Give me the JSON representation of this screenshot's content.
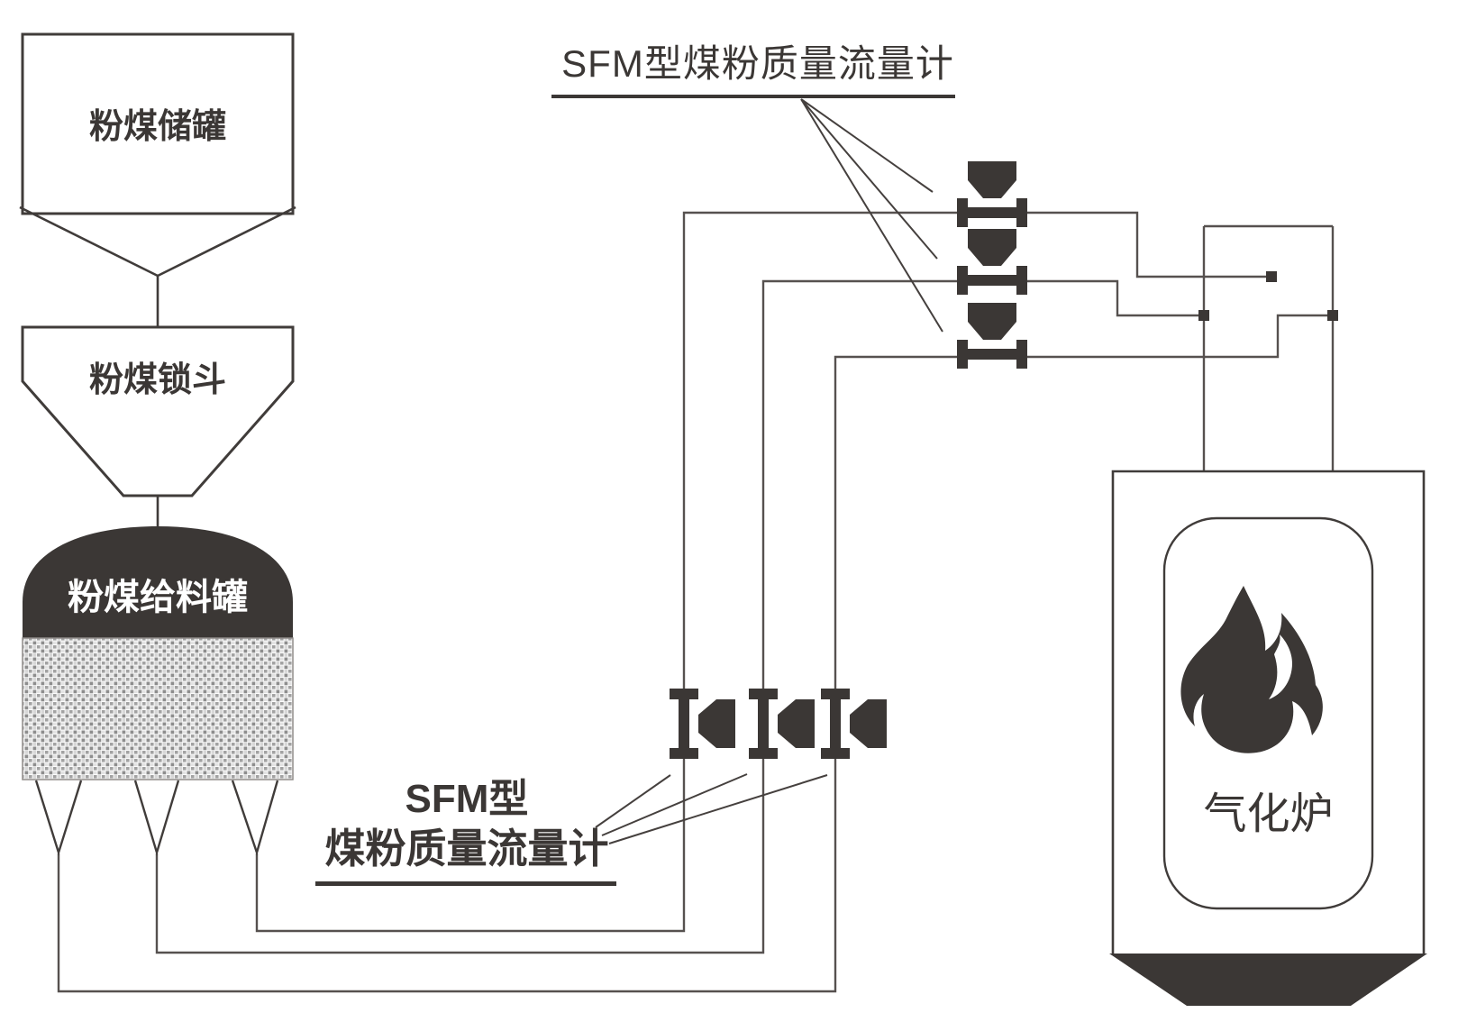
{
  "diagram": {
    "labels": {
      "top_flowmeter": "SFM型煤粉质量流量计",
      "bottom_flowmeter_line1": "SFM型",
      "bottom_flowmeter_line2": "煤粉质量流量计"
    },
    "vessels": {
      "storage_tank": "粉煤储罐",
      "lock_hopper": "粉煤锁斗",
      "feed_tank": "粉煤给料罐",
      "gasifier": "气化炉"
    },
    "icons": {
      "flow_meter": "flow-meter-symbol",
      "flame": "flame-icon"
    },
    "counts": {
      "top_flow_meters": 3,
      "bottom_flow_meters": 3,
      "feed_tank_outlets": 3
    },
    "colors": {
      "ink": "#3b3735",
      "pipe_line": "#56514f",
      "leader_line": "#45403e",
      "vessel_outline": "#403c3a",
      "texture_gray": "#8d8d8d",
      "background": "#ffffff"
    }
  }
}
